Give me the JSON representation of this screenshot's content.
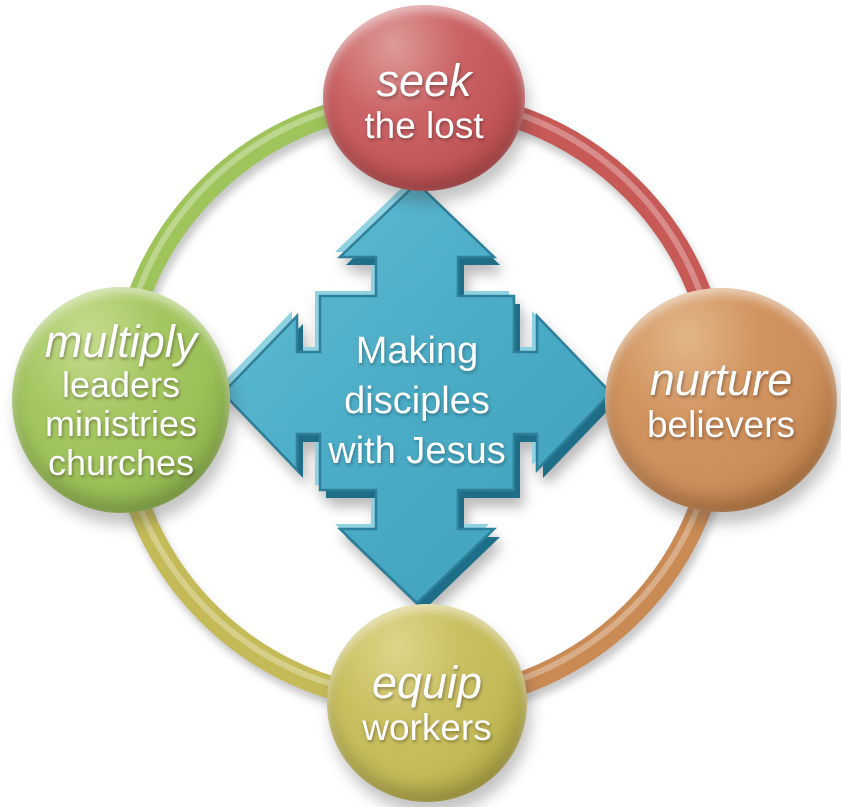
{
  "diagram": {
    "background": "#ffffff",
    "center": {
      "shape": "quad-arrow",
      "lines": [
        "Making",
        "disciples",
        "with Jesus"
      ],
      "fill": "#4bacc6",
      "fill_light": "#5fb9d1",
      "fill_dark": "#3f9fba",
      "bevel_light": "#8fd2e2",
      "bevel_dark": "#1f6e88",
      "outline": "#2d7f9a",
      "text_color": "#ffffff"
    },
    "nodes": [
      {
        "id": "seek",
        "title": "seek",
        "subtitle_lines": [
          "the lost"
        ],
        "color": "#c4575a",
        "position": "top"
      },
      {
        "id": "nurture",
        "title": "nurture",
        "subtitle_lines": [
          "believers"
        ],
        "color": "#cc8e5b",
        "position": "right"
      },
      {
        "id": "equip",
        "title": "equip",
        "subtitle_lines": [
          "workers"
        ],
        "color": "#c3ba58",
        "position": "bottom"
      },
      {
        "id": "multiply",
        "title": "multiply",
        "subtitle_lines": [
          "leaders",
          "ministries",
          "churches"
        ],
        "color": "#9cc158",
        "position": "left"
      }
    ],
    "ring": {
      "segments": [
        {
          "from": "multiply",
          "to": "seek",
          "color": "#9fc45c"
        },
        {
          "from": "seek",
          "to": "nurture",
          "color": "#c75957"
        },
        {
          "from": "nurture",
          "to": "equip",
          "color": "#c98a54"
        },
        {
          "from": "equip",
          "to": "multiply",
          "color": "#c4ba58"
        }
      ],
      "highlight_color": "#ffffff"
    }
  }
}
